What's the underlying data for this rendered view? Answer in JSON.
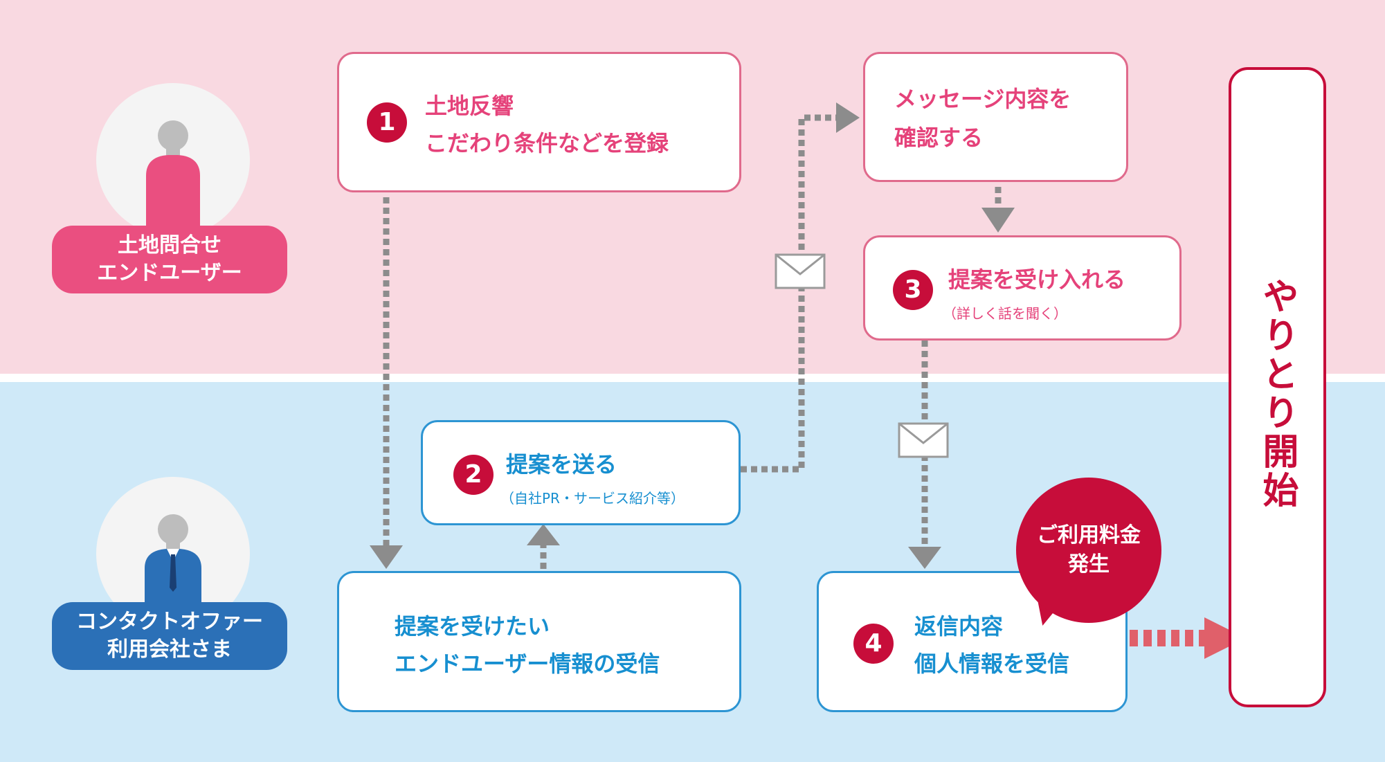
{
  "roles": {
    "end_user": {
      "line1": "土地問合せ",
      "line2": "エンドユーザー",
      "color": "#ea4f80"
    },
    "company": {
      "line1": "コンタクトオファー",
      "line2": "利用会社さま",
      "color": "#2b70b7"
    }
  },
  "steps": [
    {
      "number": "1",
      "line1": "土地反響",
      "line2": "こだわり条件などを登録"
    },
    {
      "number": "2",
      "title": "提案を送る",
      "note": "（自社PR・サービス紹介等）"
    },
    {
      "number": "3",
      "title": "提案を受け入れる",
      "note": "（詳しく話を聞く）"
    },
    {
      "number": "4",
      "line1": "返信内容",
      "line2": "個人情報を受信"
    }
  ],
  "receive_box": {
    "line1": "提案を受けたい",
    "line2": "エンドユーザー情報の受信"
  },
  "confirm_box": {
    "line1": "メッセージ内容を",
    "line2": "確認する"
  },
  "fee_badge": {
    "line1": "ご利用料金",
    "line2": "発生"
  },
  "final_box": {
    "label": "やりとり開始"
  },
  "icons": {
    "message": "envelope-icon",
    "person": "person-icon"
  },
  "colors": {
    "pink_band": "#f9d9e1",
    "blue_band": "#cfe9f8",
    "accent_red": "#c70d3a",
    "pink_text": "#e5427a",
    "blue_text": "#178fd0",
    "connector": "#8c8c8c"
  }
}
